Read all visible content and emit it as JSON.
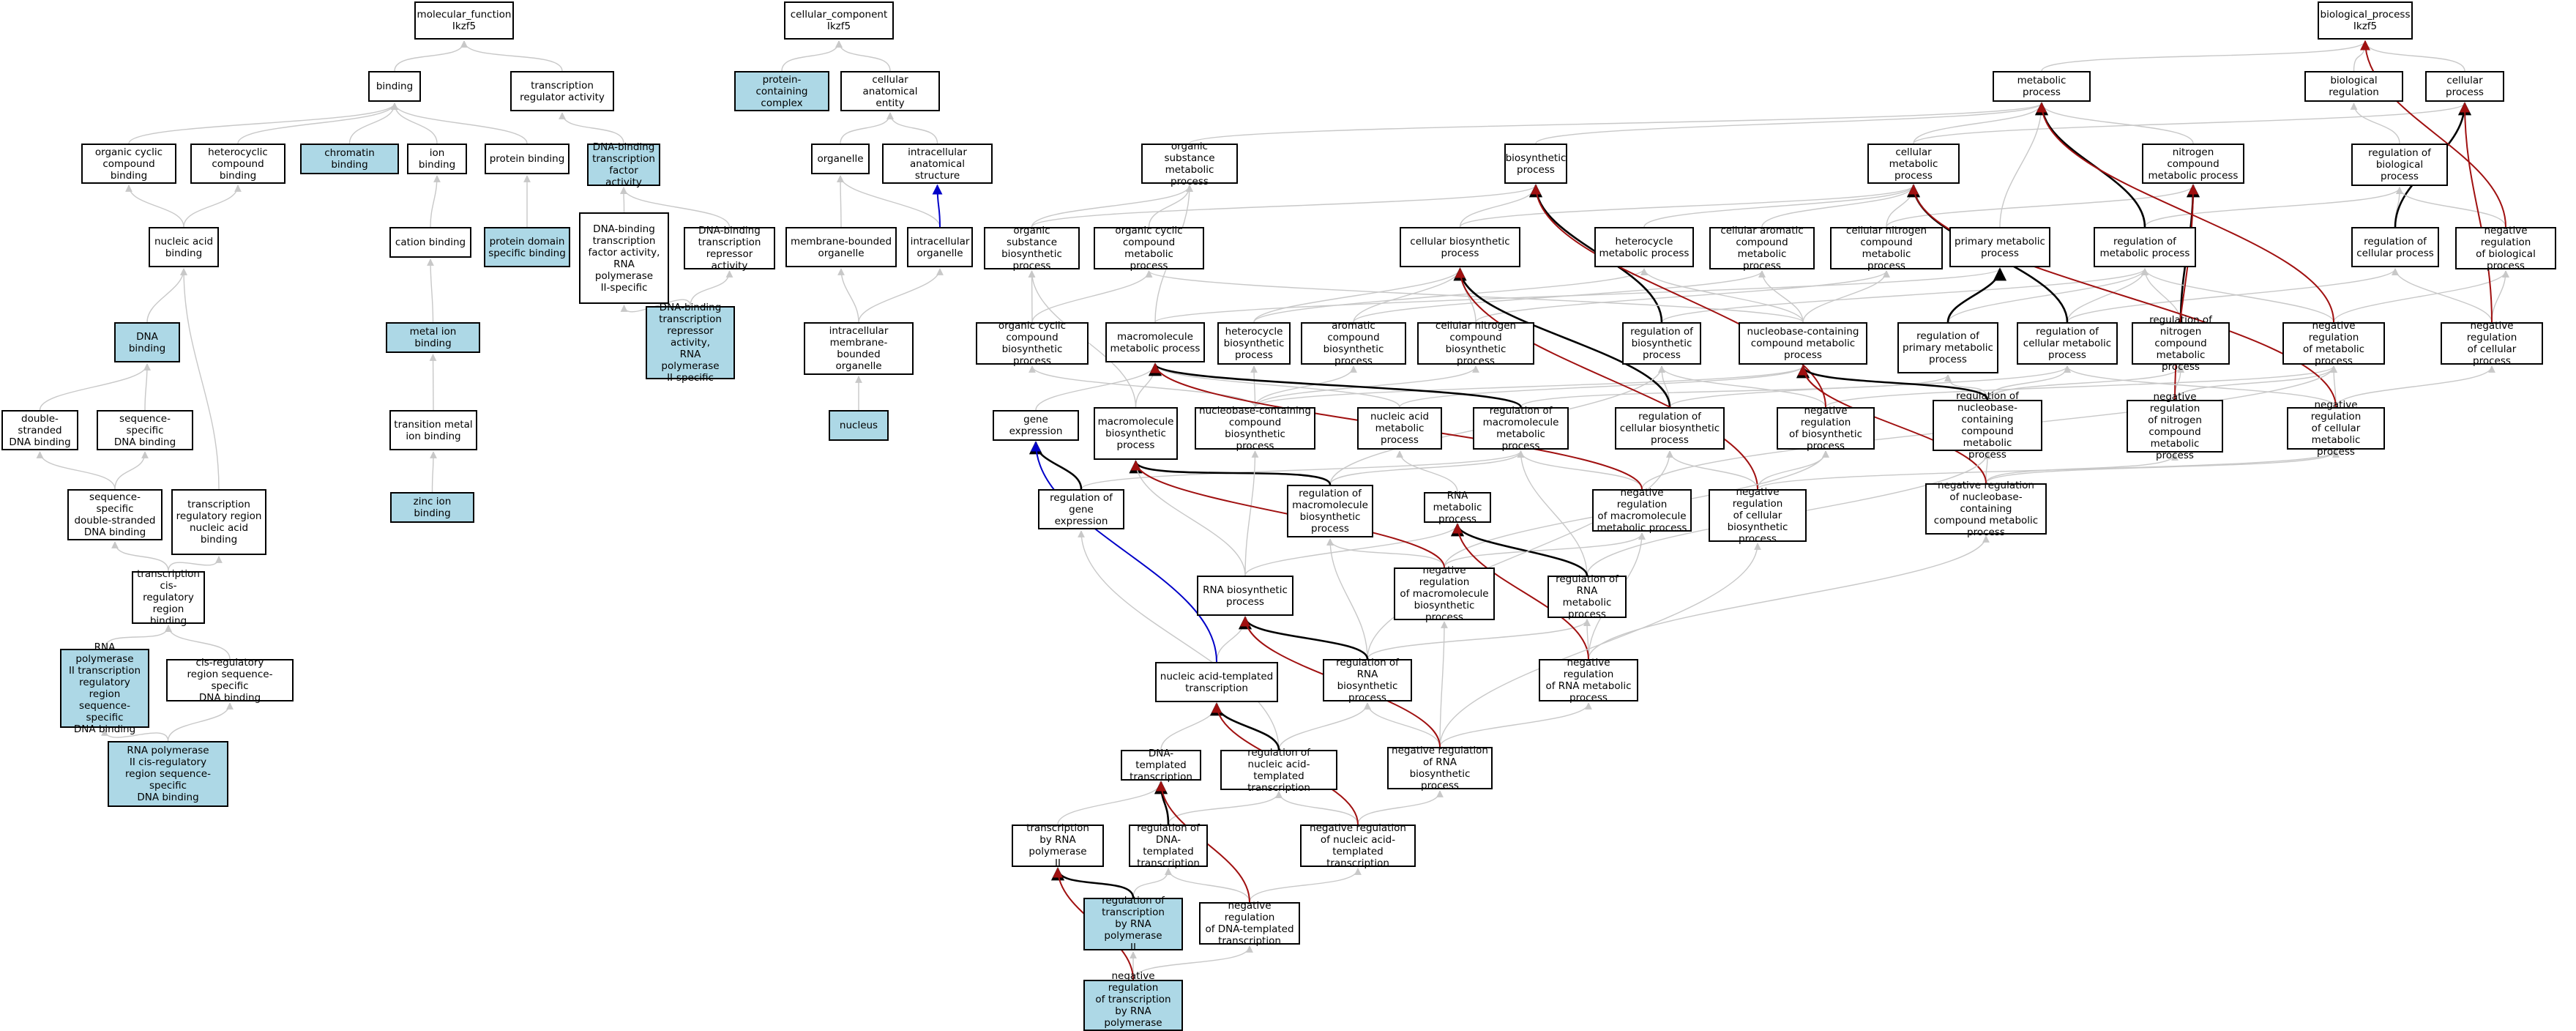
{
  "colors": {
    "highlight": "#add8e6",
    "default": "#ffffff",
    "edge_is_a": "#c8c8c8",
    "edge_regulates": "#000000",
    "edge_neg_regulates": "#a01010",
    "edge_part_of": "#0000c8"
  },
  "nodes": [
    {
      "id": "mf",
      "text": "molecular_function\nIkzf5",
      "hl": false
    },
    {
      "id": "binding",
      "text": "binding",
      "hl": false
    },
    {
      "id": "tra",
      "text": "transcription\nregulator activity",
      "hl": false
    },
    {
      "id": "ocb",
      "text": "organic cyclic\ncompound binding",
      "hl": false
    },
    {
      "id": "hcb",
      "text": "heterocyclic\ncompound binding",
      "hl": false
    },
    {
      "id": "chrom",
      "text": "chromatin binding",
      "hl": true
    },
    {
      "id": "ionb",
      "text": "ion binding",
      "hl": false
    },
    {
      "id": "protb",
      "text": "protein binding",
      "hl": false
    },
    {
      "id": "dbtf",
      "text": "DNA-binding\ntranscription\nfactor activity",
      "hl": true
    },
    {
      "id": "nab",
      "text": "nucleic acid\nbinding",
      "hl": false
    },
    {
      "id": "cationb",
      "text": "cation binding",
      "hl": false
    },
    {
      "id": "pdsb",
      "text": "protein domain\nspecific binding",
      "hl": true
    },
    {
      "id": "dbtfrna",
      "text": "DNA-binding\ntranscription\nfactor activity,\nRNA polymerase\nII-specific",
      "hl": false
    },
    {
      "id": "dbtr",
      "text": "DNA-binding\ntranscription\nrepressor activity",
      "hl": false
    },
    {
      "id": "dnab",
      "text": "DNA binding",
      "hl": true
    },
    {
      "id": "metalb",
      "text": "metal ion binding",
      "hl": true
    },
    {
      "id": "dbtrrna",
      "text": "DNA-binding\ntranscription\nrepressor activity,\nRNA polymerase\nII-specific",
      "hl": true
    },
    {
      "id": "dsdna",
      "text": "double-stranded\nDNA binding",
      "hl": false
    },
    {
      "id": "ssdna",
      "text": "sequence-specific\nDNA binding",
      "hl": false
    },
    {
      "id": "tmib",
      "text": "transition metal\nion binding",
      "hl": false
    },
    {
      "id": "ssdsdna",
      "text": "sequence-specific\ndouble-stranded\nDNA binding",
      "hl": false
    },
    {
      "id": "trrna",
      "text": "transcription\nregulatory region\nnucleic acid\nbinding",
      "hl": false
    },
    {
      "id": "zinc",
      "text": "zinc ion binding",
      "hl": true
    },
    {
      "id": "tcrrb",
      "text": "transcription\ncis-regulatory\nregion binding",
      "hl": false
    },
    {
      "id": "rnap2trr",
      "text": "RNA polymerase\nII transcription\nregulatory region\nsequence-specific\nDNA binding",
      "hl": true
    },
    {
      "id": "crrssdna",
      "text": "cis-regulatory\nregion sequence-specific\nDNA binding",
      "hl": false
    },
    {
      "id": "rnap2crr",
      "text": "RNA polymerase\nII cis-regulatory\nregion sequence-specific\nDNA binding",
      "hl": true
    },
    {
      "id": "cc",
      "text": "cellular_component\nIkzf5",
      "hl": false
    },
    {
      "id": "pcc",
      "text": "protein-containing\ncomplex",
      "hl": true
    },
    {
      "id": "cae",
      "text": "cellular anatomical\nentity",
      "hl": false
    },
    {
      "id": "organelle",
      "text": "organelle",
      "hl": false
    },
    {
      "id": "ias",
      "text": "intracellular\nanatomical structure",
      "hl": false
    },
    {
      "id": "mbo",
      "text": "membrane-bounded\norganelle",
      "hl": false
    },
    {
      "id": "io",
      "text": "intracellular\norganelle",
      "hl": false
    },
    {
      "id": "imbo",
      "text": "intracellular\nmembrane-bounded\norganelle",
      "hl": false
    },
    {
      "id": "nucleus",
      "text": "nucleus",
      "hl": true
    },
    {
      "id": "bp",
      "text": "biological_process\nIkzf5",
      "hl": false
    },
    {
      "id": "mp",
      "text": "metabolic process",
      "hl": false
    },
    {
      "id": "breg",
      "text": "biological regulation",
      "hl": false
    },
    {
      "id": "cp",
      "text": "cellular process",
      "hl": false
    },
    {
      "id": "osmp",
      "text": "organic substance\nmetabolic process",
      "hl": false
    },
    {
      "id": "bsp",
      "text": "biosynthetic\nprocess",
      "hl": false
    },
    {
      "id": "cmp",
      "text": "cellular metabolic\nprocess",
      "hl": false
    },
    {
      "id": "ncmp",
      "text": "nitrogen compound\nmetabolic process",
      "hl": false
    },
    {
      "id": "rbp",
      "text": "regulation of\nbiological process",
      "hl": false
    },
    {
      "id": "osbp",
      "text": "organic substance\nbiosynthetic\nprocess",
      "hl": false
    },
    {
      "id": "occmp",
      "text": "organic cyclic\ncompound metabolic\nprocess",
      "hl": false
    },
    {
      "id": "cbp",
      "text": "cellular biosynthetic\nprocess",
      "hl": false
    },
    {
      "id": "hmp",
      "text": "heterocycle\nmetabolic process",
      "hl": false
    },
    {
      "id": "acmp",
      "text": "cellular aromatic\ncompound metabolic\nprocess",
      "hl": false
    },
    {
      "id": "cncmp",
      "text": "cellular nitrogen\ncompound metabolic\nprocess",
      "hl": false
    },
    {
      "id": "pmp",
      "text": "primary metabolic\nprocess",
      "hl": false
    },
    {
      "id": "rmp",
      "text": "regulation of\nmetabolic process",
      "hl": false
    },
    {
      "id": "rcp",
      "text": "regulation of\ncellular process",
      "hl": false
    },
    {
      "id": "nrbp",
      "text": "negative regulation\nof biological\nprocess",
      "hl": false
    },
    {
      "id": "occbp",
      "text": "organic cyclic\ncompound biosynthetic\nprocess",
      "hl": false
    },
    {
      "id": "mmp",
      "text": "macromolecule\nmetabolic process",
      "hl": false
    },
    {
      "id": "hbp",
      "text": "heterocycle\nbiosynthetic\nprocess",
      "hl": false
    },
    {
      "id": "acbp",
      "text": "aromatic compound\nbiosynthetic\nprocess",
      "hl": false
    },
    {
      "id": "cncbp",
      "text": "cellular nitrogen\ncompound biosynthetic\nprocess",
      "hl": false
    },
    {
      "id": "rbsp",
      "text": "regulation of\nbiosynthetic\nprocess",
      "hl": false
    },
    {
      "id": "nbcmp",
      "text": "nucleobase-containing\ncompound metabolic\nprocess",
      "hl": false
    },
    {
      "id": "rpmp",
      "text": "regulation of\nprimary metabolic\nprocess",
      "hl": false
    },
    {
      "id": "rcmp",
      "text": "regulation of\ncellular metabolic\nprocess",
      "hl": false
    },
    {
      "id": "rncmp",
      "text": "regulation of\nnitrogen compound\nmetabolic process",
      "hl": false
    },
    {
      "id": "nrmp",
      "text": "negative regulation\nof metabolic\nprocess",
      "hl": false
    },
    {
      "id": "nrcp",
      "text": "negative regulation\nof cellular\nprocess",
      "hl": false
    },
    {
      "id": "ge",
      "text": "gene expression",
      "hl": false
    },
    {
      "id": "mbsp",
      "text": "macromolecule\nbiosynthetic\nprocess",
      "hl": false
    },
    {
      "id": "nbcbp",
      "text": "nucleobase-containing\ncompound biosynthetic\nprocess",
      "hl": false
    },
    {
      "id": "namp",
      "text": "nucleic acid\nmetabolic process",
      "hl": false
    },
    {
      "id": "rmmp",
      "text": "regulation of\nmacromolecule\nmetabolic process",
      "hl": false
    },
    {
      "id": "rcbp",
      "text": "regulation of\ncellular biosynthetic\nprocess",
      "hl": false
    },
    {
      "id": "nrbsp",
      "text": "negative regulation\nof biosynthetic\nprocess",
      "hl": false
    },
    {
      "id": "rnbcmp",
      "text": "regulation of\nnucleobase-containing\ncompound metabolic\nprocess",
      "hl": false
    },
    {
      "id": "nrncmp",
      "text": "negative regulation\nof nitrogen\ncompound metabolic\nprocess",
      "hl": false
    },
    {
      "id": "nrcmp",
      "text": "negative regulation\nof cellular\nmetabolic process",
      "hl": false
    },
    {
      "id": "rge",
      "text": "regulation of\ngene expression",
      "hl": false
    },
    {
      "id": "rmbp",
      "text": "regulation of\nmacromolecule\nbiosynthetic\nprocess",
      "hl": false
    },
    {
      "id": "rnamp",
      "text": "RNA metabolic\nprocess",
      "hl": false
    },
    {
      "id": "nrmmp",
      "text": "negative regulation\nof macromolecule\nmetabolic process",
      "hl": false
    },
    {
      "id": "nrcbp",
      "text": "negative regulation\nof cellular\nbiosynthetic\nprocess",
      "hl": false
    },
    {
      "id": "nrnbcmp",
      "text": "negative regulation\nof nucleobase-containing\ncompound metabolic\nprocess",
      "hl": false
    },
    {
      "id": "rnabp",
      "text": "RNA biosynthetic\nprocess",
      "hl": false
    },
    {
      "id": "nrmbp",
      "text": "negative regulation\nof macromolecule\nbiosynthetic\nprocess",
      "hl": false
    },
    {
      "id": "rrnamp",
      "text": "regulation of\nRNA metabolic\nprocess",
      "hl": false
    },
    {
      "id": "natt",
      "text": "nucleic acid-templated\ntranscription",
      "hl": false
    },
    {
      "id": "rrnabp",
      "text": "regulation of\nRNA biosynthetic\nprocess",
      "hl": false
    },
    {
      "id": "nrrnamp",
      "text": "negative regulation\nof RNA metabolic\nprocess",
      "hl": false
    },
    {
      "id": "dtt",
      "text": "DNA-templated\ntranscription",
      "hl": false
    },
    {
      "id": "rnatt",
      "text": "regulation of\nnucleic acid-templated\ntranscription",
      "hl": false
    },
    {
      "id": "nrrnabp",
      "text": "negative regulation\nof RNA biosynthetic\nprocess",
      "hl": false
    },
    {
      "id": "trnap2",
      "text": "transcription\nby RNA polymerase\nII",
      "hl": false
    },
    {
      "id": "rdtt",
      "text": "regulation of\nDNA-templated\ntranscription",
      "hl": false
    },
    {
      "id": "nrnatt",
      "text": "negative regulation\nof nucleic acid-templated\ntranscription",
      "hl": false
    },
    {
      "id": "rtrnap2",
      "text": "regulation of\ntranscription\nby RNA polymerase\nII",
      "hl": true
    },
    {
      "id": "nrdtt",
      "text": "negative regulation\nof DNA-templated\ntranscription",
      "hl": false
    },
    {
      "id": "nrtrnap2",
      "text": "negative regulation\nof transcription\nby RNA polymerase\nII",
      "hl": true
    }
  ]
}
